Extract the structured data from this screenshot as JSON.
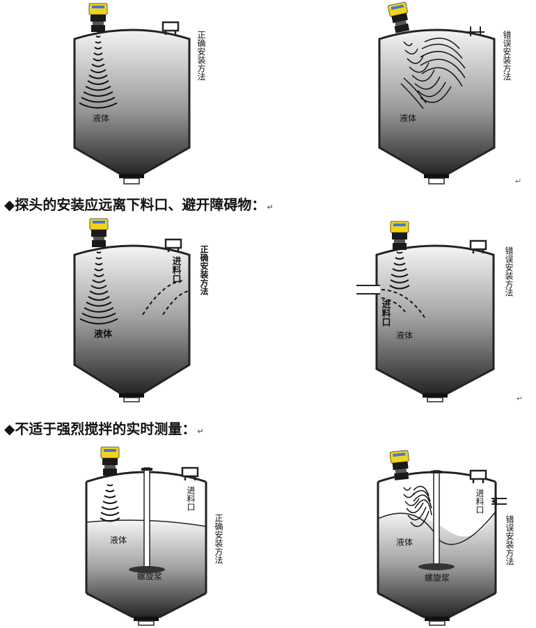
{
  "headings": {
    "h1": "◆探头的安装应远离下料口、避开障碍物：",
    "h2": "◆不适于强烈搅拌的实时测量："
  },
  "para_mark": "↵",
  "labels": {
    "liquid": "液体",
    "correct": "正确安装方法",
    "wrong": "错误安装方法",
    "inlet": "进料口",
    "propeller": "螺旋浆"
  },
  "colors": {
    "tank_outline": "#222222",
    "liquid_dark": "#2c2c2c",
    "liquid_light": "#f2f2f2",
    "probe_yellow": "#f2d21c",
    "probe_blue": "#3b7bd8",
    "probe_body": "#1a1a1a"
  }
}
